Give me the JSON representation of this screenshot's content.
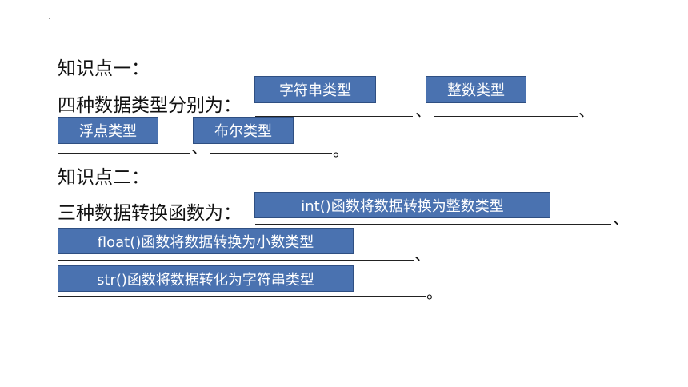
{
  "section1": {
    "heading": "知识点一：",
    "prompt": "四种数据类型分别为：",
    "answers": [
      "字符串类型",
      "整数类型",
      "浮点类型",
      "布尔类型"
    ],
    "separators": [
      "、",
      "、",
      "、",
      "。"
    ]
  },
  "section2": {
    "heading": "知识点二：",
    "prompt": "三种数据转换函数为：",
    "answers": [
      "int()函数将数据转换为整数类型",
      "float()函数将数据转换为小数类型",
      "str()函数将数据转化为字符串类型"
    ],
    "separators": [
      "、",
      "、",
      "。"
    ]
  },
  "colors": {
    "answer_fill": "#4a72b0",
    "answer_border": "#2f4f82",
    "answer_text": "#ffffff",
    "body_text": "#111111"
  }
}
